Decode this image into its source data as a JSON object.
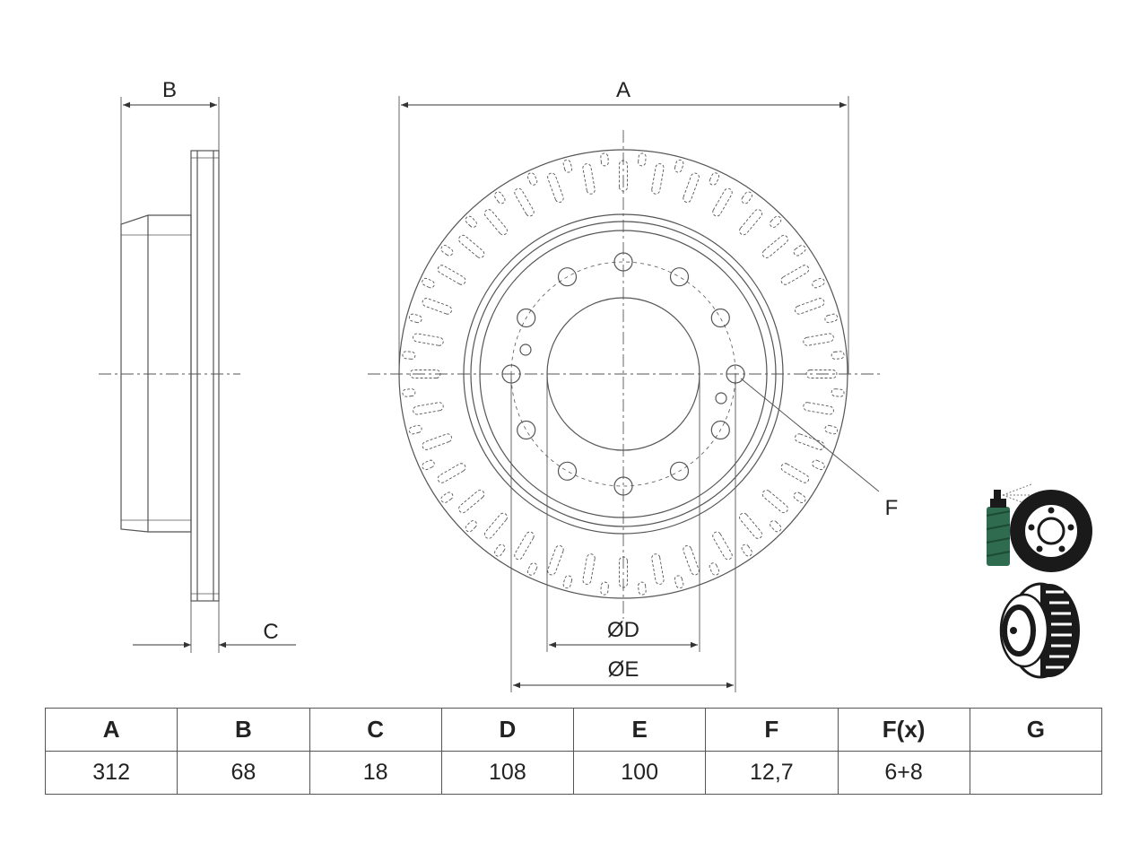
{
  "dimension_labels": {
    "a": "A",
    "b": "B",
    "c": "C",
    "d": "ØD",
    "e": "ØE",
    "f": "F"
  },
  "icons": [
    "coated-disc-spray-icon",
    "vented-disc-icon"
  ],
  "colors": {
    "line": "#555555",
    "coating": "#2f6b4f",
    "dark": "#1a1a1a"
  },
  "table": {
    "headers": [
      "A",
      "B",
      "C",
      "D",
      "E",
      "F",
      "F(x)",
      "G"
    ],
    "values": [
      "312",
      "68",
      "18",
      "108",
      "100",
      "12,7",
      "6+8",
      ""
    ]
  }
}
